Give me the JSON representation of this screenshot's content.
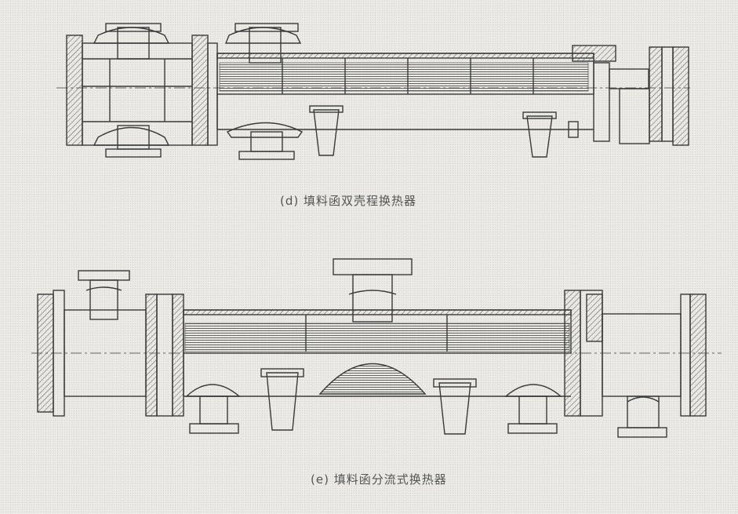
{
  "figures": [
    {
      "id": "d",
      "caption": "(d) 填料函双壳程换热器"
    },
    {
      "id": "e",
      "caption": "(e) 填料函分流式换热器"
    }
  ],
  "colors": {
    "ink": "#3a3a3a",
    "hatch": "#555555",
    "paper": "#ecebe6"
  }
}
